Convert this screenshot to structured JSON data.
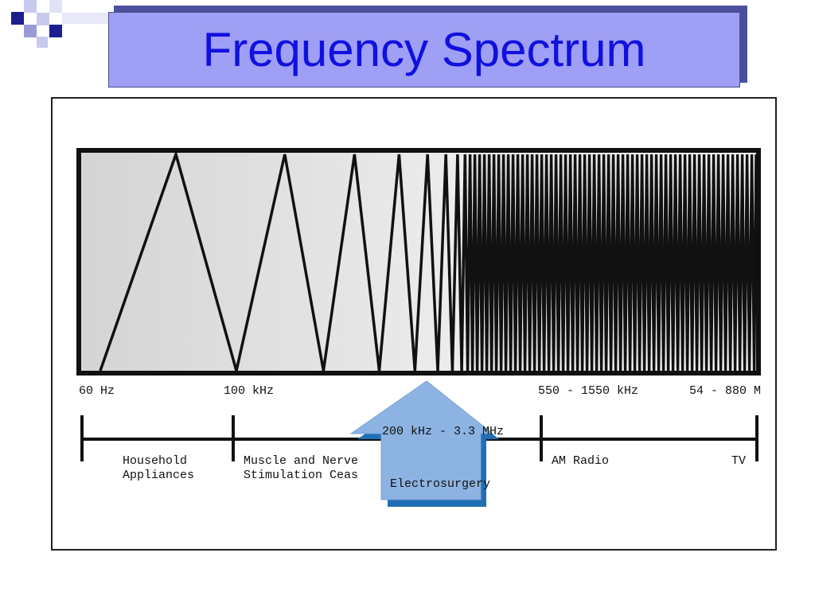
{
  "slide": {
    "title": "Frequency Spectrum",
    "colors": {
      "title_box": "#9f9ff5",
      "title_text": "#1010e0",
      "arrow": "#8db3e2",
      "arrow_shadow": "#1f6fb4"
    }
  },
  "diagram": {
    "freq_labels": {
      "hz60": "60 Hz",
      "khz100": "100 kHz",
      "am": "550 - 1550 kHz",
      "tv": "54 - 880 M"
    },
    "bands": {
      "household": [
        "Household",
        "Appliances"
      ],
      "muscle": [
        "Muscle and Nerve",
        "Stimulation Ceas"
      ],
      "am_radio": "AM Radio",
      "tv": "TV"
    },
    "arrow": {
      "range": "200 kHz - 3.3 MHz",
      "label": "Electrosurgery"
    }
  }
}
